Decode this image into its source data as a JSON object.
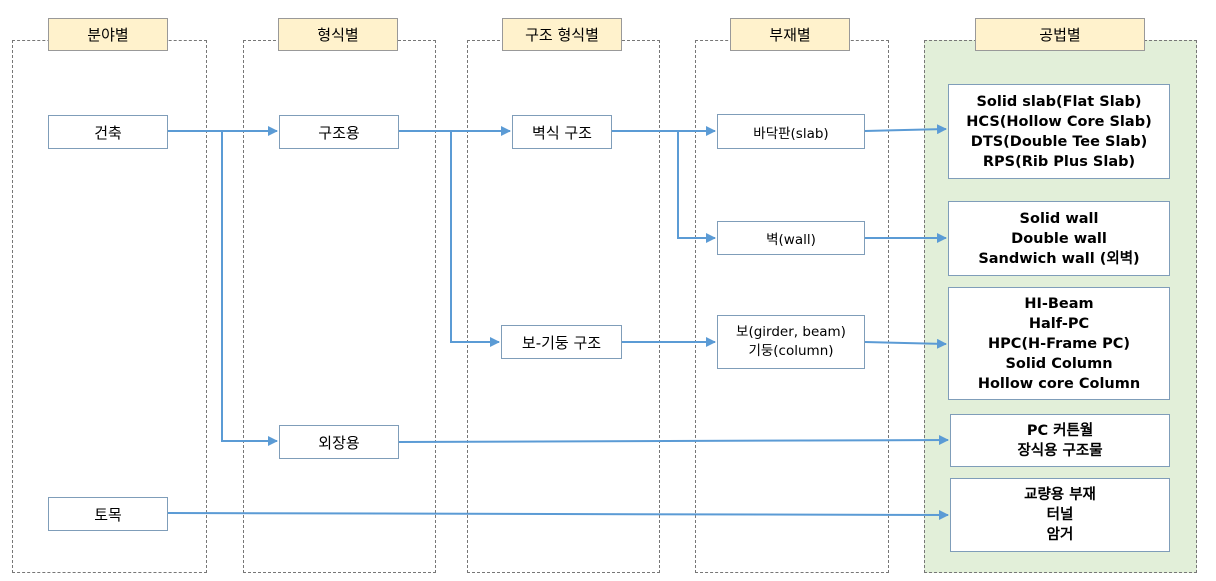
{
  "headers": {
    "field": "분야별",
    "form": "형식별",
    "structure": "구조 형식별",
    "member": "부재별",
    "method": "공법별"
  },
  "nodes": {
    "architecture": "건축",
    "civil": "토목",
    "structural_use": "구조용",
    "exterior_use": "외장용",
    "wall_structure": "벽식 구조",
    "beam_column_structure": "보-기둥 구조",
    "slab": "바닥판(slab)",
    "wall": "벽(wall)",
    "beam_line": "보(girder, beam)",
    "column_line": "기둥(column)"
  },
  "methods": {
    "slab": [
      "Solid slab(Flat Slab)",
      "HCS(Hollow Core Slab)",
      "DTS(Double Tee Slab)",
      "RPS(Rib Plus Slab)"
    ],
    "wall": [
      "Solid wall",
      "Double wall",
      "Sandwich wall (외벽)"
    ],
    "beam_column": [
      "HI-Beam",
      "Half-PC",
      "HPC(H-Frame PC)",
      "Solid Column",
      "Hollow core Column"
    ],
    "exterior": [
      "PC 커튼월",
      "장식용 구조물"
    ],
    "civil": [
      "교량용 부재",
      "터널",
      "암거"
    ]
  },
  "colors": {
    "header_fill": "#fff2cc",
    "method_column_fill": "#e2efd9",
    "arrow": "#5b9bd5",
    "node_border": "#7f9db9"
  }
}
